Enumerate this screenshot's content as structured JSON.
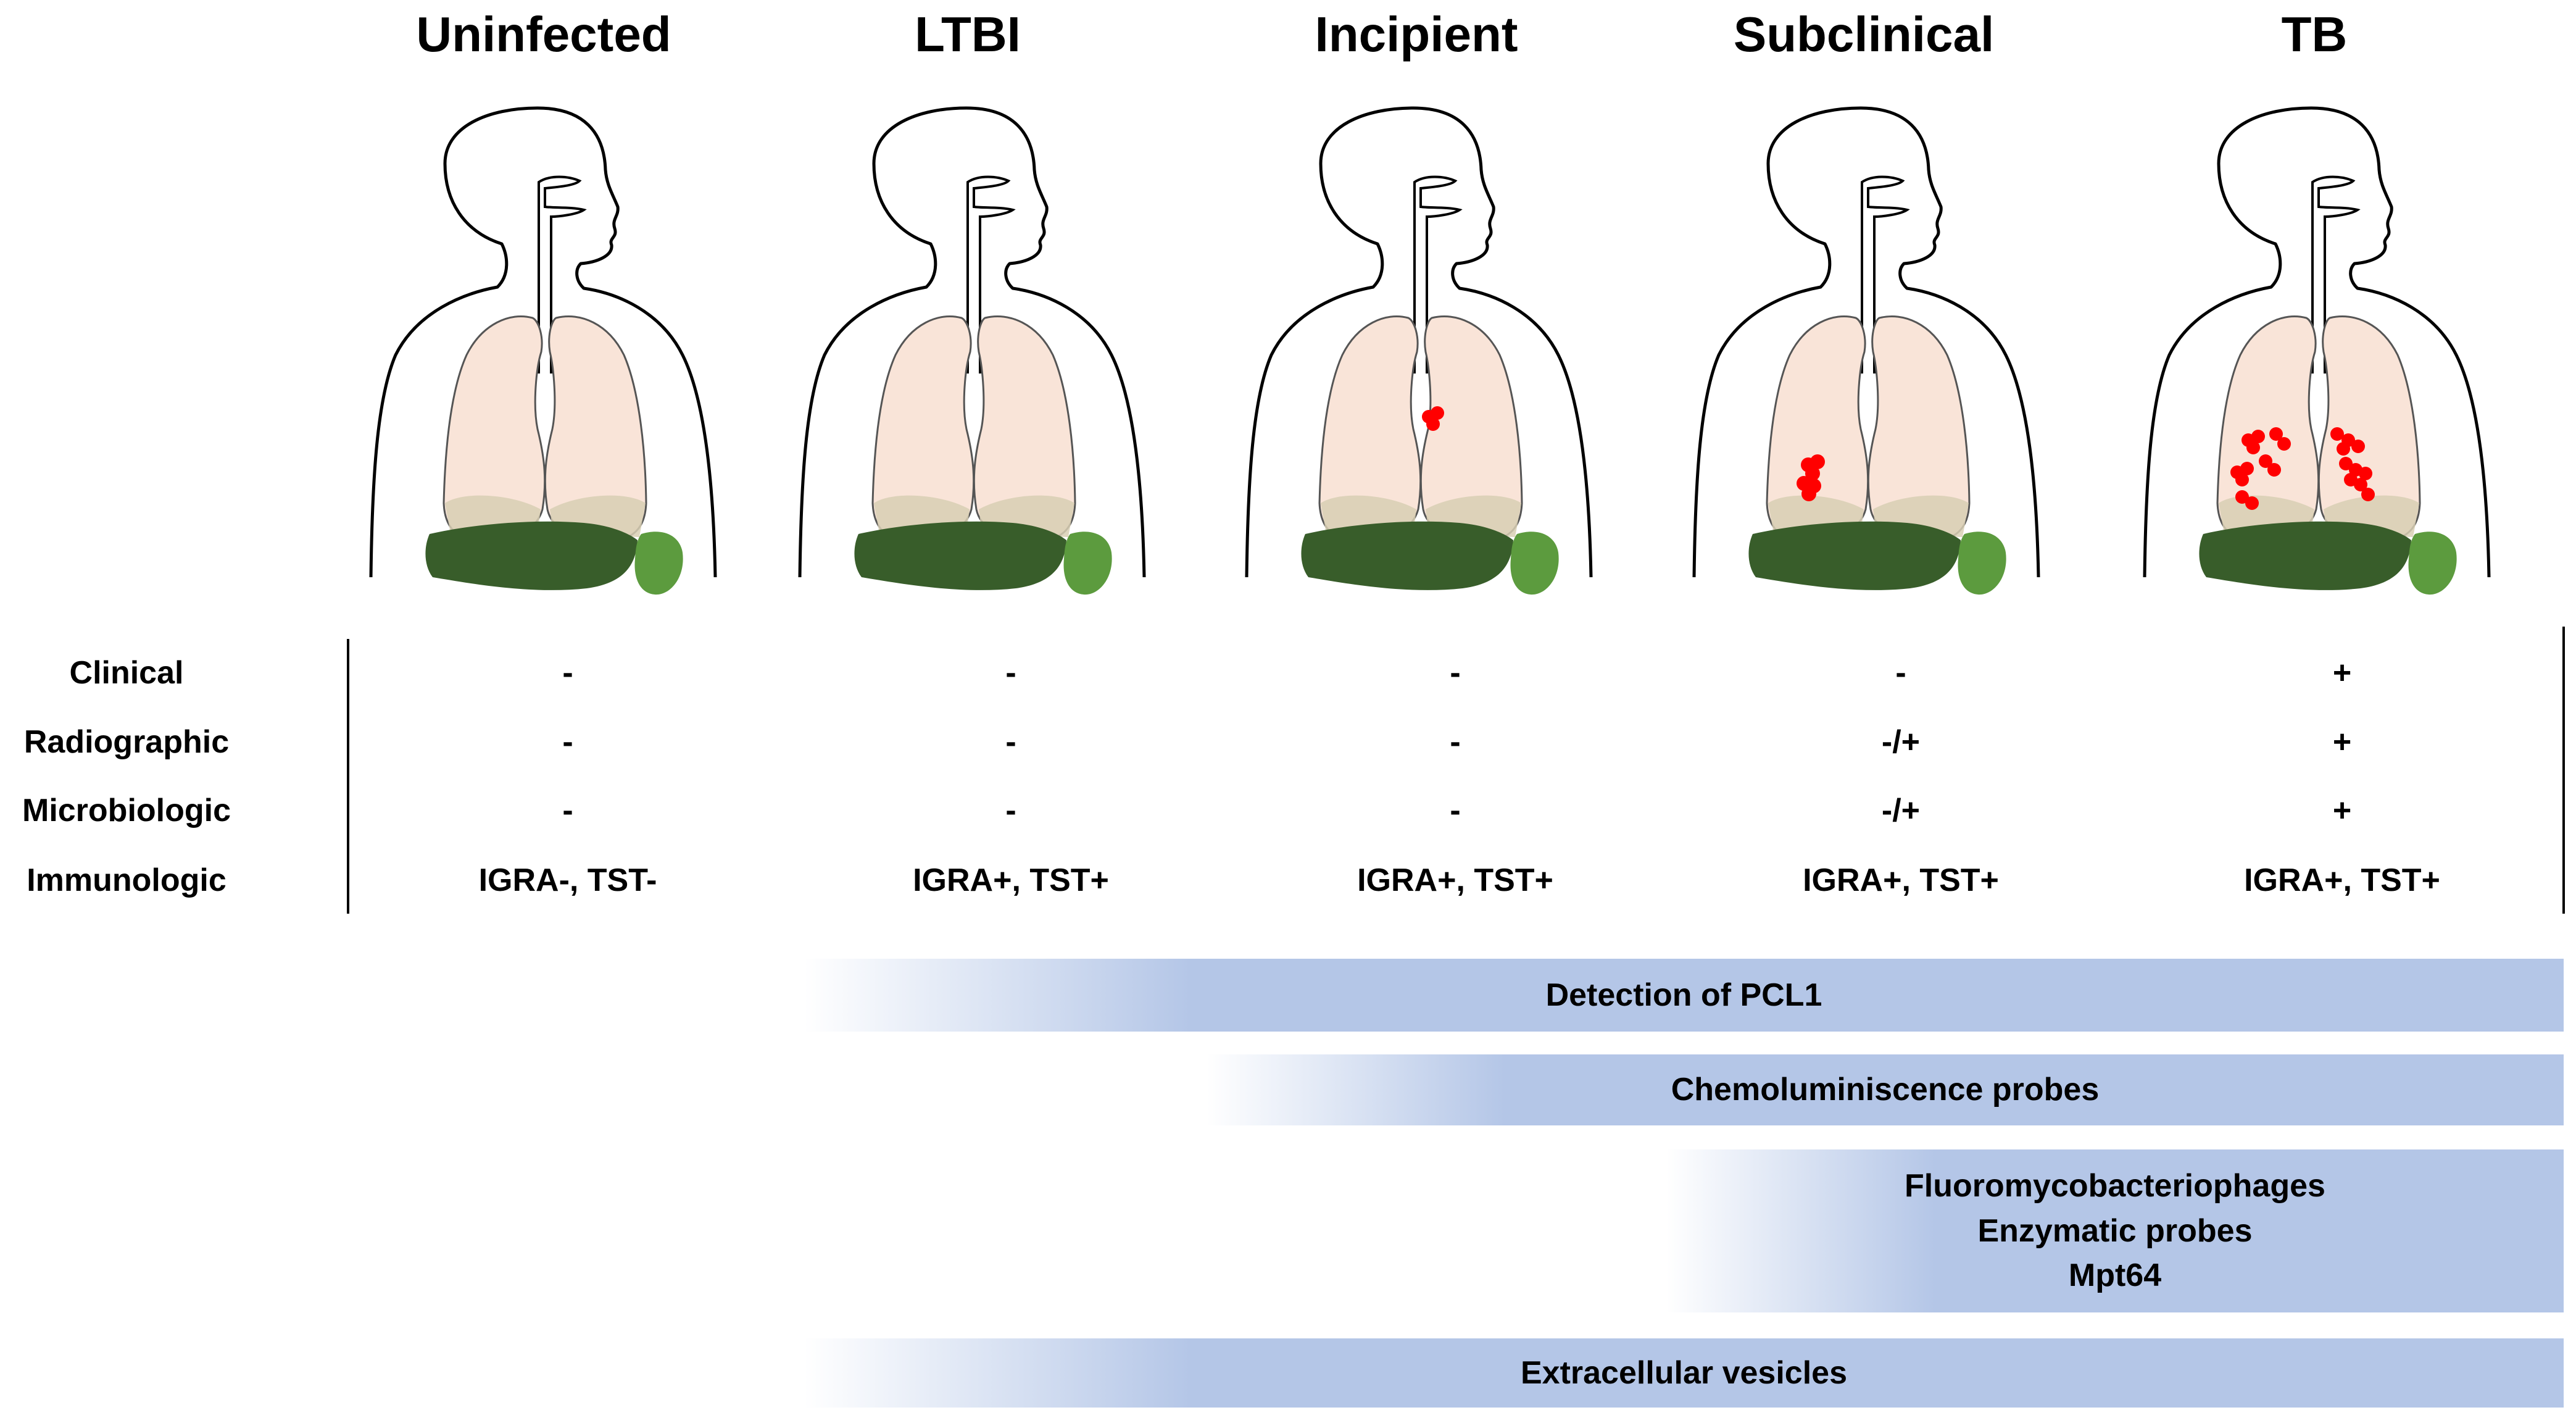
{
  "stages": [
    {
      "title": "Uninfected",
      "lesions": "none"
    },
    {
      "title": "LTBI",
      "lesions": "none"
    },
    {
      "title": "Incipient",
      "lesions": "single"
    },
    {
      "title": "Subclinical",
      "lesions": "few"
    },
    {
      "title": "TB",
      "lesions": "many"
    }
  ],
  "rows": [
    {
      "label": "Clinical",
      "values": [
        "-",
        "-",
        "-",
        "-",
        "+"
      ]
    },
    {
      "label": "Radiographic",
      "values": [
        "-",
        "-",
        "-",
        "-/+",
        "+"
      ]
    },
    {
      "label": "Microbiologic",
      "values": [
        "-",
        "-",
        "-",
        "-/+",
        "+"
      ]
    },
    {
      "label": "Immunologic",
      "values": [
        "IGRA-, TST-",
        "IGRA+, TST+",
        "IGRA+, TST+",
        "IGRA+, TST+",
        "IGRA+, TST+"
      ]
    }
  ],
  "methods": [
    {
      "lines": [
        "Detection of PCL1"
      ]
    },
    {
      "lines": [
        "Chemoluminiscence probes"
      ]
    },
    {
      "lines": [
        "Fluoromycobacteriophages",
        "Enzymatic probes",
        "Mpt64"
      ]
    },
    {
      "lines": [
        "Extracellular vesicles"
      ]
    }
  ],
  "colors": {
    "bar": "#b4c6e7",
    "lung": "#f9e4d8",
    "lung_shade": "#d8cfb4",
    "liver": "#385d2a",
    "stomach": "#5c9b3e",
    "lesion": "#ff0000"
  }
}
